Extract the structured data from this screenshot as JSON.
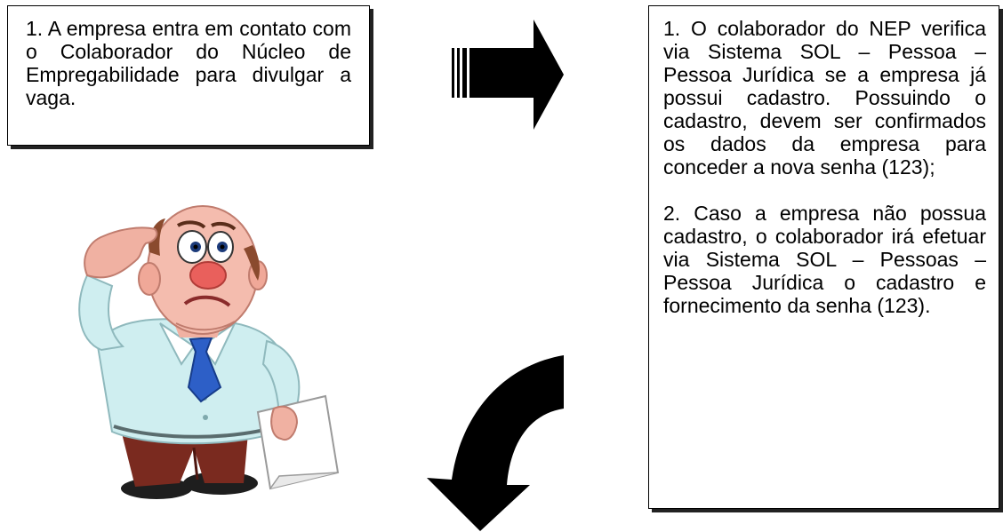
{
  "boxes": {
    "left": {
      "text": "1. A empresa entra em contato com o Colaborador do Núcleo de Empregabilidade para divulgar a vaga."
    },
    "right": {
      "item1": "1. O colaborador do NEP verifica via Sistema SOL – Pessoa – Pessoa Jurídica se a empresa já possui cadastro. Possuindo o cadastro, devem ser confirmados os dados da empresa para conceder a nova senha (123);",
      "item2": "2. Caso a empresa não possua cadastro, o colaborador irá efetuar via Sistema SOL – Pessoas – Pessoa Jurídica o cadastro e fornecimento da senha (123)."
    }
  },
  "icons": {
    "arrow_right": "striped-block-arrow-right",
    "arrow_curve": "curved-arrow-down-left",
    "character": "confused-businessman-cartoon"
  },
  "colors": {
    "ink": "#000000",
    "shirt": "#cfeef0",
    "tie": "#2d5fc7",
    "skin": "#f0b1a2",
    "pants": "#7a2a1f"
  }
}
